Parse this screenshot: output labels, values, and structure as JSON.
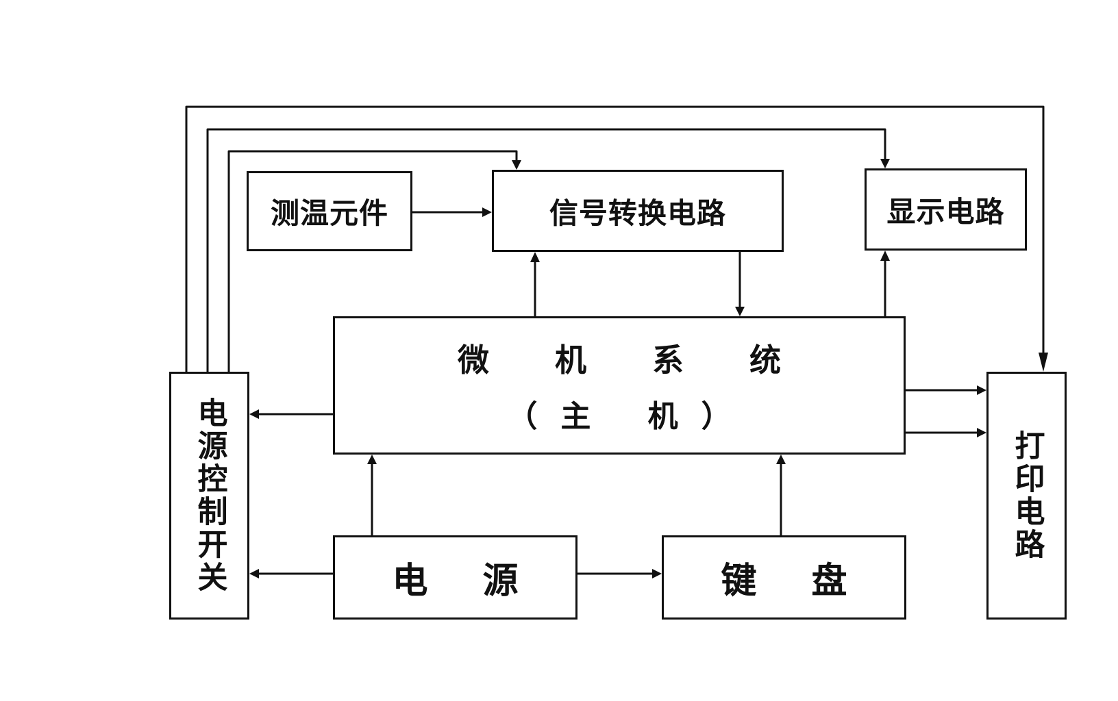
{
  "diagram": {
    "sensor": "测温元件",
    "signal_converter": "信号转换电路",
    "display": "显示电路",
    "micro_title": "微 机 系 统",
    "micro_subtitle": "（主 机）",
    "power_control": "电源控制开关",
    "print": "打印电路",
    "power": "电源",
    "keyboard": "键盘"
  },
  "colors": {
    "line": "#111111",
    "background": "#ffffff"
  }
}
